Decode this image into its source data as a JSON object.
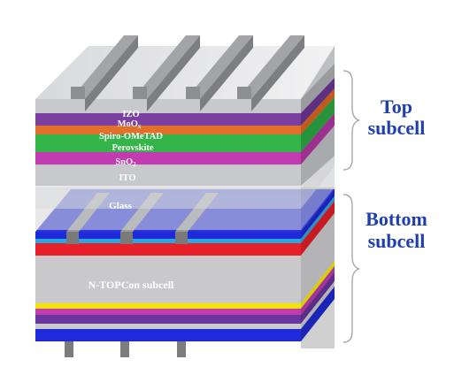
{
  "top_layers": {
    "izo": "IZO",
    "moox_base": "MoO",
    "moox_sub": "x",
    "spiro": "Spiro-OMeTAD",
    "perovskite": "Perovskite",
    "sno2_base": "SnO",
    "sno2_sub": "2",
    "ito": "ITO",
    "glass": "Glass"
  },
  "bottom_layers": {
    "topcon": "N-TOPCon subcell"
  },
  "callouts": {
    "top_line1": "Top",
    "top_line2": "subcell",
    "bottom_line1": "Bottom",
    "bottom_line2": "subcell"
  },
  "colors": {
    "top_callout": "#1f3fae",
    "bottom_callout": "#1f3fae",
    "izo_gray": "#c8c9cc",
    "moox_purple": "#7b3fa0",
    "spiro_orange": "#e0702a",
    "perovskite_green": "#33b54a",
    "sno2_magenta": "#c23bb0",
    "ito_gray": "#c8c9cc",
    "blue": "#1f2bd8",
    "red": "#e8202a",
    "cyan": "#2aa7e0",
    "yellow": "#f2e600"
  }
}
